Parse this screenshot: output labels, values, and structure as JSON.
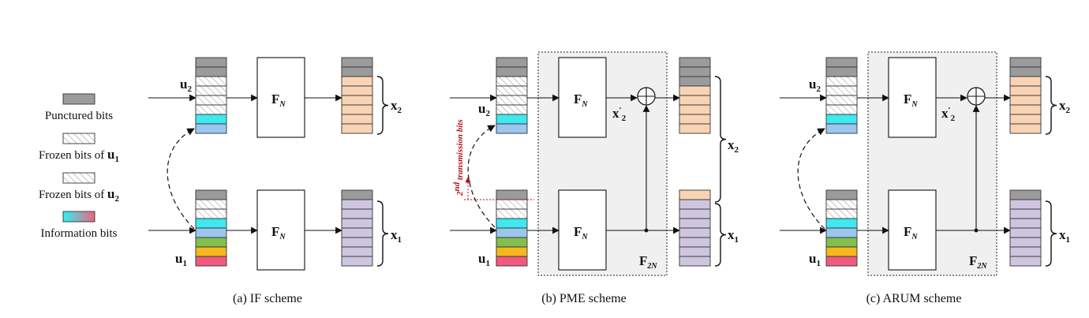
{
  "colors": {
    "punctured": "#9b9b9b",
    "frozen_bg": "#ffffff",
    "hatch": "#9a9a9a",
    "info_cyan": "#40e8f0",
    "info_lightblue": "#9cc6ee",
    "info_green": "#82bf4e",
    "info_yellow": "#f6b81e",
    "info_pink": "#f05a7e",
    "x2_fill": "#f8d4b4",
    "x1_fill": "#cec6de",
    "panel_fill": "#f0f0f0",
    "note_red": "#b01010"
  },
  "legend": {
    "punctured": "Punctured bits",
    "frozen_u1_prefix": "Frozen bits of ",
    "frozen_u1_sym": "u",
    "frozen_u1_sub": "1",
    "frozen_u2_prefix": "Frozen bits of ",
    "frozen_u2_sym": "u",
    "frozen_u2_sub": "2",
    "info": "Information bits"
  },
  "symbols": {
    "u": "u",
    "x": "x",
    "F": "F",
    "sub1": "1",
    "sub2": "2",
    "subN": "N",
    "sub2N": "2N",
    "prime": "′"
  },
  "captions": {
    "a": "(a) IF scheme",
    "b": "(b) PME scheme",
    "c": "(c) ARUM scheme"
  },
  "annotations": {
    "second_transmission_sup": "nd",
    "second_transmission_num": "2",
    "second_transmission_text": " transmission bits"
  }
}
